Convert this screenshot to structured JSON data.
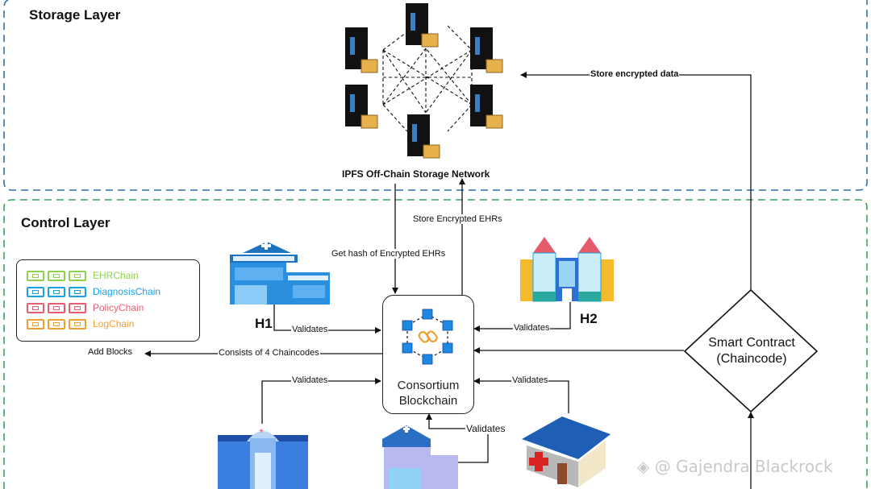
{
  "layers": {
    "storage": {
      "title": "Storage Layer",
      "border_color": "#2f6fa8"
    },
    "control": {
      "title": "Control Layer",
      "border_color": "#3aa35a"
    }
  },
  "storage_network": {
    "label": "IPFS Off-Chain Storage Network",
    "node_count": 6
  },
  "edges": {
    "store_encrypted_data": "Store encrypted data",
    "store_encrypted_ehrs": "Store Encrypted EHRs",
    "get_hash": "Get hash of Encrypted EHRs",
    "consists_of": "Consists of 4 Chaincodes",
    "add_blocks": "Add Blocks",
    "validates_h1": "Validates",
    "validates_h2": "Validates",
    "validates_bottom_left": "Validates",
    "validates_bottom_center": "Validates",
    "validates_bottom_right": "Validates"
  },
  "hospitals": {
    "h1": {
      "label": "H1"
    },
    "h2": {
      "label": "H2"
    }
  },
  "core": {
    "line1": "Consortium",
    "line2": "Blockchain"
  },
  "smart_contract": {
    "line1": "Smart Contract",
    "line2": "(Chaincode)"
  },
  "legend": {
    "items": [
      {
        "label": "EHRChain",
        "color": "#8fd14f"
      },
      {
        "label": "DiagnosisChain",
        "color": "#1ba1e2"
      },
      {
        "label": "PolicyChain",
        "color": "#e85d6f"
      },
      {
        "label": "LogChain",
        "color": "#f0a030"
      }
    ]
  },
  "watermark": "@ Gajendra Blackrock"
}
